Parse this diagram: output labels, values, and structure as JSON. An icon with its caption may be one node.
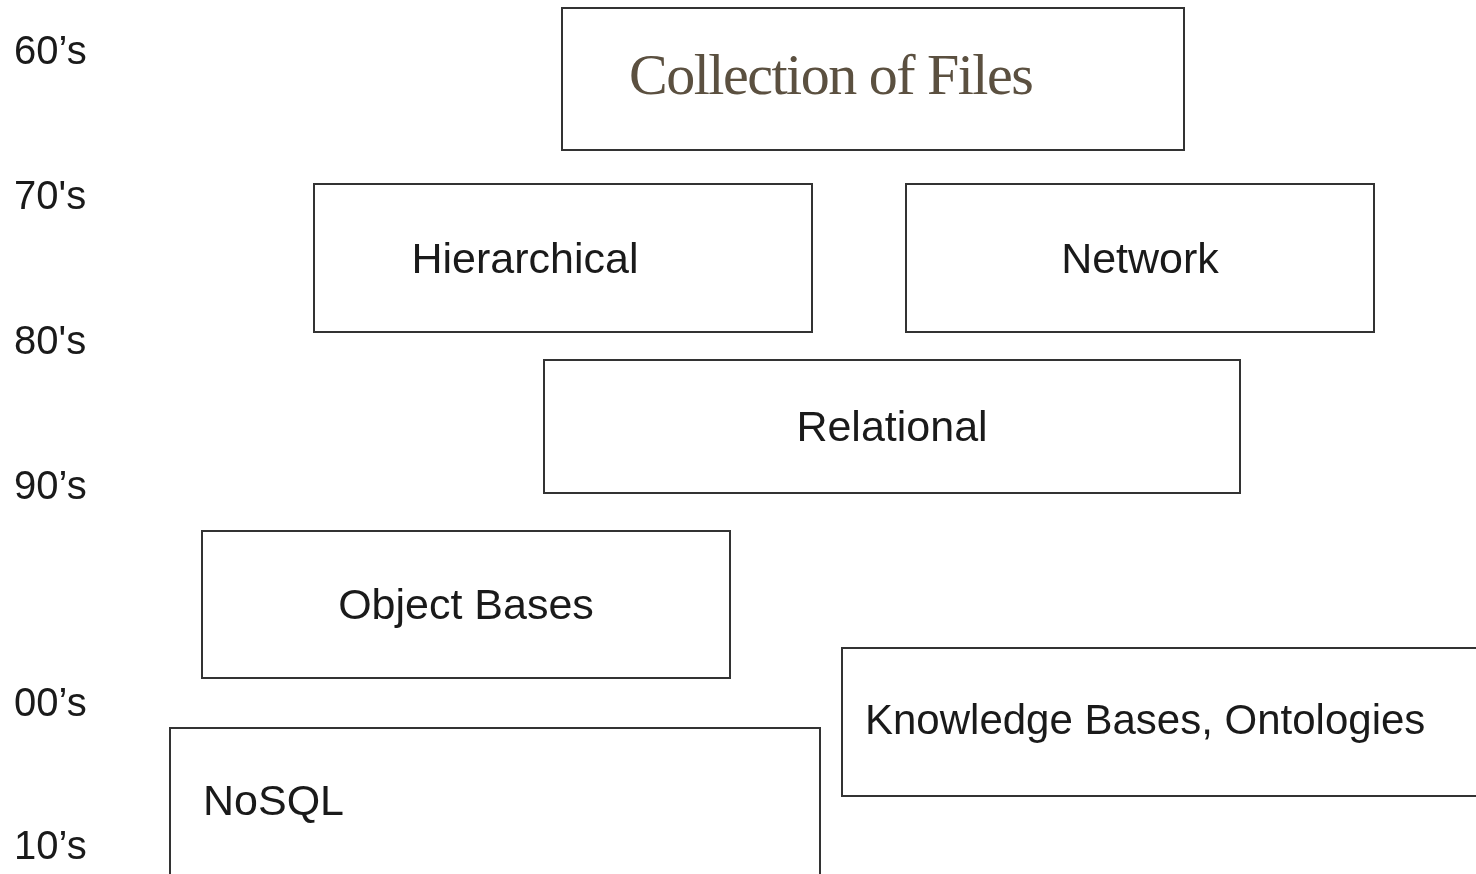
{
  "diagram": {
    "nodes": [
      {
        "text": [
          "Collection of Files"
        ]
      },
      {
        "text": [
          "Hierarchical"
        ]
      },
      {
        "text": [
          "Network"
        ]
      },
      {
        "text": [
          "Relational"
        ]
      },
      {
        "text": [
          "Object Bases"
        ]
      },
      {
        "text": [
          "Knowledge Bases, Ontologies"
        ]
      },
      {
        "text": [
          "NoSQL"
        ]
      }
    ],
    "labels": [
      "60’s",
      "70's",
      "80's",
      "90’s",
      "00’s",
      "10’s"
    ]
  }
}
